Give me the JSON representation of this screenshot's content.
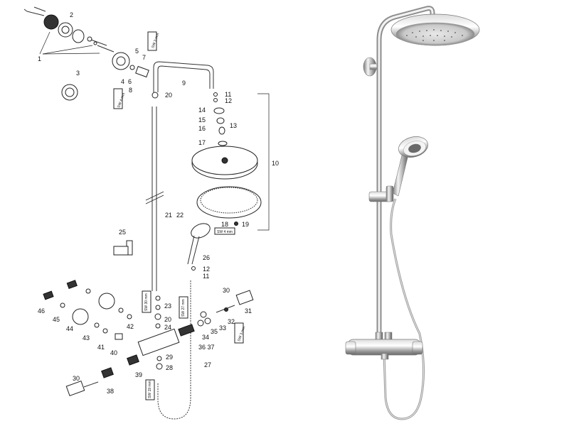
{
  "diagram": {
    "labels": {
      "l1": "1",
      "l2": "2",
      "l3": "3",
      "l4": "4",
      "l5": "5",
      "l6": "6",
      "l7": "7",
      "l8": "8",
      "l9": "9",
      "l10": "10",
      "l11a": "11",
      "l11b": "11",
      "l12a": "12",
      "l12b": "12",
      "l13": "13",
      "l14": "14",
      "l15": "15",
      "l16": "16",
      "l17": "17",
      "l18": "18",
      "l19": "19",
      "l20a": "20",
      "l20b": "20",
      "l21": "21",
      "l22": "22",
      "l23": "23",
      "l24": "24",
      "l25": "25",
      "l26": "26",
      "l27": "27",
      "l28": "28",
      "l29": "29",
      "l30a": "30",
      "l30b": "30",
      "l31": "31",
      "l32": "32",
      "l33": "33",
      "l34": "34",
      "l35": "35",
      "l3637": "36 37",
      "l38": "38",
      "l39": "39",
      "l40": "40",
      "l41": "41",
      "l42": "42",
      "l43": "43",
      "l44": "44",
      "l45": "45",
      "l46": "46"
    },
    "tool_labels": {
      "sw3": "SW 3 mm",
      "sw4a": "SW 4 mm",
      "sw4b": "SW 4 mm",
      "sw30": "SW 30 mm",
      "sw27": "SW 27 mm",
      "sw19": "SW 19 mm",
      "sw3b": "SW 3 mm"
    }
  }
}
